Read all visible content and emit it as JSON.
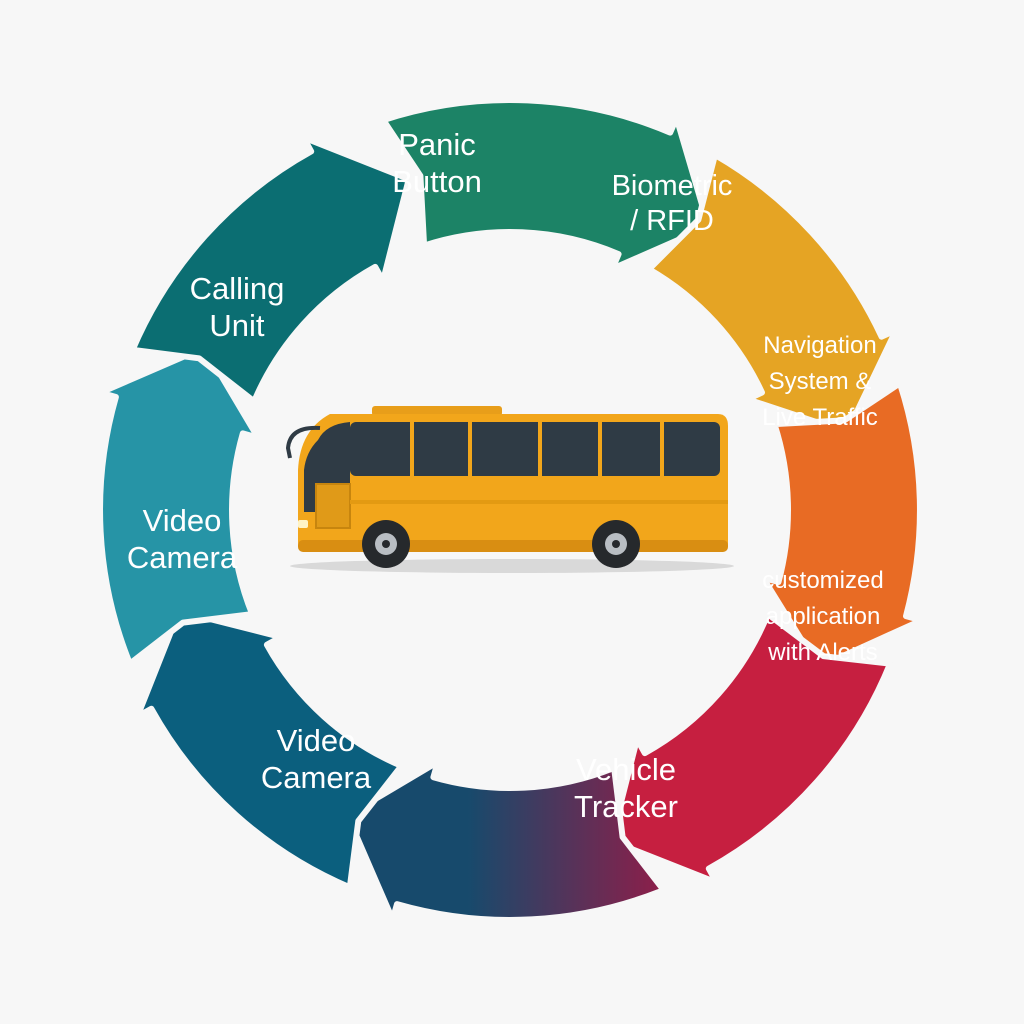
{
  "cycle": {
    "segments": [
      {
        "id": "panic",
        "lines": [
          "Panic",
          "Button"
        ],
        "color": "#1c8366"
      },
      {
        "id": "biometric",
        "lines": [
          "Biometric",
          "/ RFID"
        ],
        "color": "#e5a424"
      },
      {
        "id": "navigation",
        "lines": [
          "Navigation",
          "System &",
          "Live Traffic"
        ],
        "color": "#e86b24"
      },
      {
        "id": "customized",
        "lines": [
          "customized",
          "application",
          "with Alerts"
        ],
        "color": "#c61f40"
      },
      {
        "id": "tracker",
        "lines": [
          "Vehicle",
          "Tracker"
        ],
        "color": "#8e1e49",
        "color_start": "#174a6c"
      },
      {
        "id": "video-bottom",
        "lines": [
          "Video",
          "Camera"
        ],
        "color": "#0b5f7e"
      },
      {
        "id": "video-left",
        "lines": [
          "Video",
          "Camera"
        ],
        "color": "#2694a6"
      },
      {
        "id": "calling",
        "lines": [
          "Calling",
          "Unit"
        ],
        "color": "#0b6e72"
      }
    ]
  },
  "bus": {
    "body_color": "#f2a61b",
    "window_color": "#2f3b45",
    "icon": "bus-icon"
  }
}
